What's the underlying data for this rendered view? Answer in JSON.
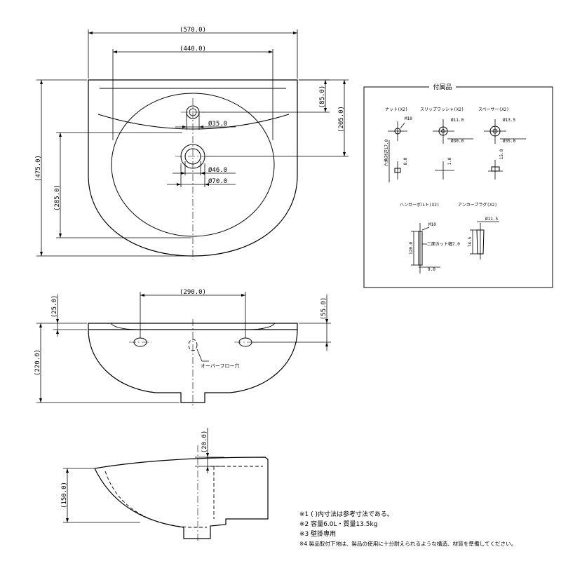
{
  "top_view": {
    "width_outer": "(570.0)",
    "width_inner": "(440.0)",
    "height_overall": "(475.0)",
    "height_bowl": "(285.0)",
    "offset_top_hole": "(85.0)",
    "offset_center_hole": "(205.0)",
    "hole_top_dia": "Ø35.0",
    "hole_drain_dia_inner": "Ø46.0",
    "hole_drain_dia_outer": "Ø70.0"
  },
  "front_view": {
    "hole_spacing": "(290.0)",
    "rim_left": "(25.0)",
    "rim_right": "(55.0)",
    "height": "(220.0)",
    "overflow_label": "オーバーフロー穴"
  },
  "side_view": {
    "top_offset": "(20.0)",
    "height": "(150.0)"
  },
  "accessories": {
    "title": "付属品",
    "nut": "ナット(X2)",
    "nut_thread": "M10",
    "nut_width": "六角対辺17.0",
    "nut_height": "8.0",
    "washer": "スリップワッシャ(X2)",
    "washer_inner": "Ø11.0",
    "washer_outer": "Ø30.0",
    "washer_thick": "1.0",
    "spacer": "スペーサー(X2)",
    "spacer_inner": "Ø13.5",
    "spacer_outer": "Ø35.0",
    "spacer_height": "15.0",
    "hanger_bolt": "ハンガーボルト(X2)",
    "bolt_thread": "M10",
    "bolt_length": "120.0",
    "bolt_face": "二面カット幅7.0",
    "bolt_cut": "9.0",
    "anchor": "アンカープラグ(X2)",
    "anchor_dia": "Ø11.5",
    "anchor_length": "74.5"
  },
  "notes": [
    "※1 ( )内寸法は参考寸法である。",
    "※2 容量6.0L・質量13.5kg",
    "※3 壁掛専用",
    "※4 製品取付下地は、製品の使用に十分耐えられるような構造、材質を準備してください。"
  ]
}
